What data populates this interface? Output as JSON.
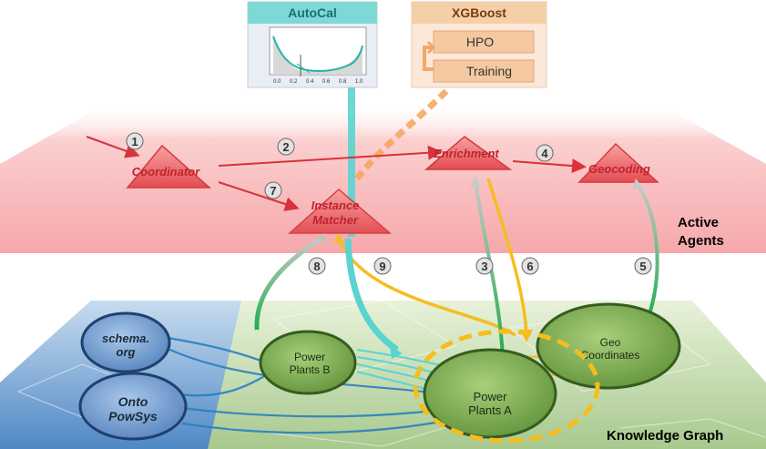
{
  "layers": {
    "agents_label_line1": "Active",
    "agents_label_line2": "Agents",
    "kg_label": "Knowledge Graph"
  },
  "tools": {
    "autocal": {
      "title": "AutoCal",
      "ticks": [
        "0.0",
        "0.2",
        "0.4",
        "0.6",
        "0.8",
        "1.0"
      ]
    },
    "xgboost": {
      "title": "XGBoost",
      "hpo": "HPO",
      "training": "Training"
    }
  },
  "agents": {
    "coordinator": "Coordinator",
    "enrichment": "Enrichment",
    "geocoding": "Geocoding",
    "instance_matcher_line1": "Instance",
    "instance_matcher_line2": "Matcher"
  },
  "kg_nodes": {
    "schema_line1": "schema.",
    "schema_line2": "org",
    "ontopowsys_line1": "Onto",
    "ontopowsys_line2": "PowSys",
    "ppb_line1": "Power",
    "ppb_line2": "Plants B",
    "ppa_line1": "Power",
    "ppa_line2": "Plants A",
    "geo_line1": "Geo",
    "geo_line2": "Coordinates"
  },
  "steps": [
    "1",
    "2",
    "3",
    "4",
    "5",
    "6",
    "7",
    "8",
    "9"
  ],
  "colors": {
    "agent_red": "#d9323a",
    "agent_fill": "#f06a6a",
    "teal": "#5ad4d0",
    "orange": "#f4a35a",
    "yellow": "#f5bd1e",
    "green": "#1fae50",
    "blue_link": "#2a7fc0",
    "kg_green": "#5f8f3f"
  }
}
